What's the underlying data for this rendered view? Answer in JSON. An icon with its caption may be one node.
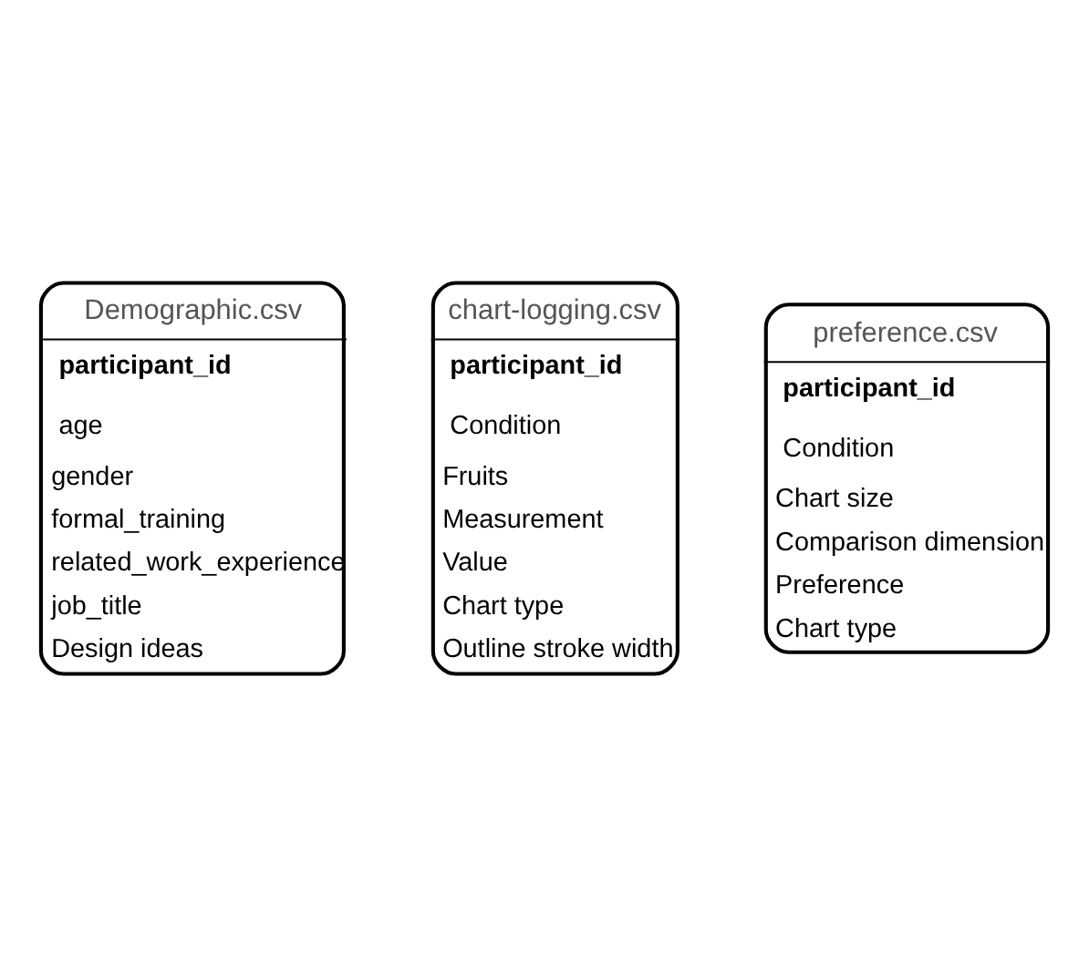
{
  "diagram": {
    "nodes": [
      {
        "text": [
          "Demographic.csv",
          "participant_id",
          "age",
          "gender",
          "formal_training",
          "related_work_experience",
          "job_title",
          "Design ideas"
        ]
      },
      {
        "text": [
          "chart-logging.csv",
          "participant_id",
          "Condition",
          "Fruits",
          "Measurement",
          "Value",
          "Chart type",
          "Outline stroke width"
        ]
      },
      {
        "text": [
          "preference.csv",
          "participant_id",
          "Condition",
          "Chart size",
          "Comparison dimension",
          "Preference",
          "Chart type"
        ]
      }
    ],
    "edges": []
  }
}
